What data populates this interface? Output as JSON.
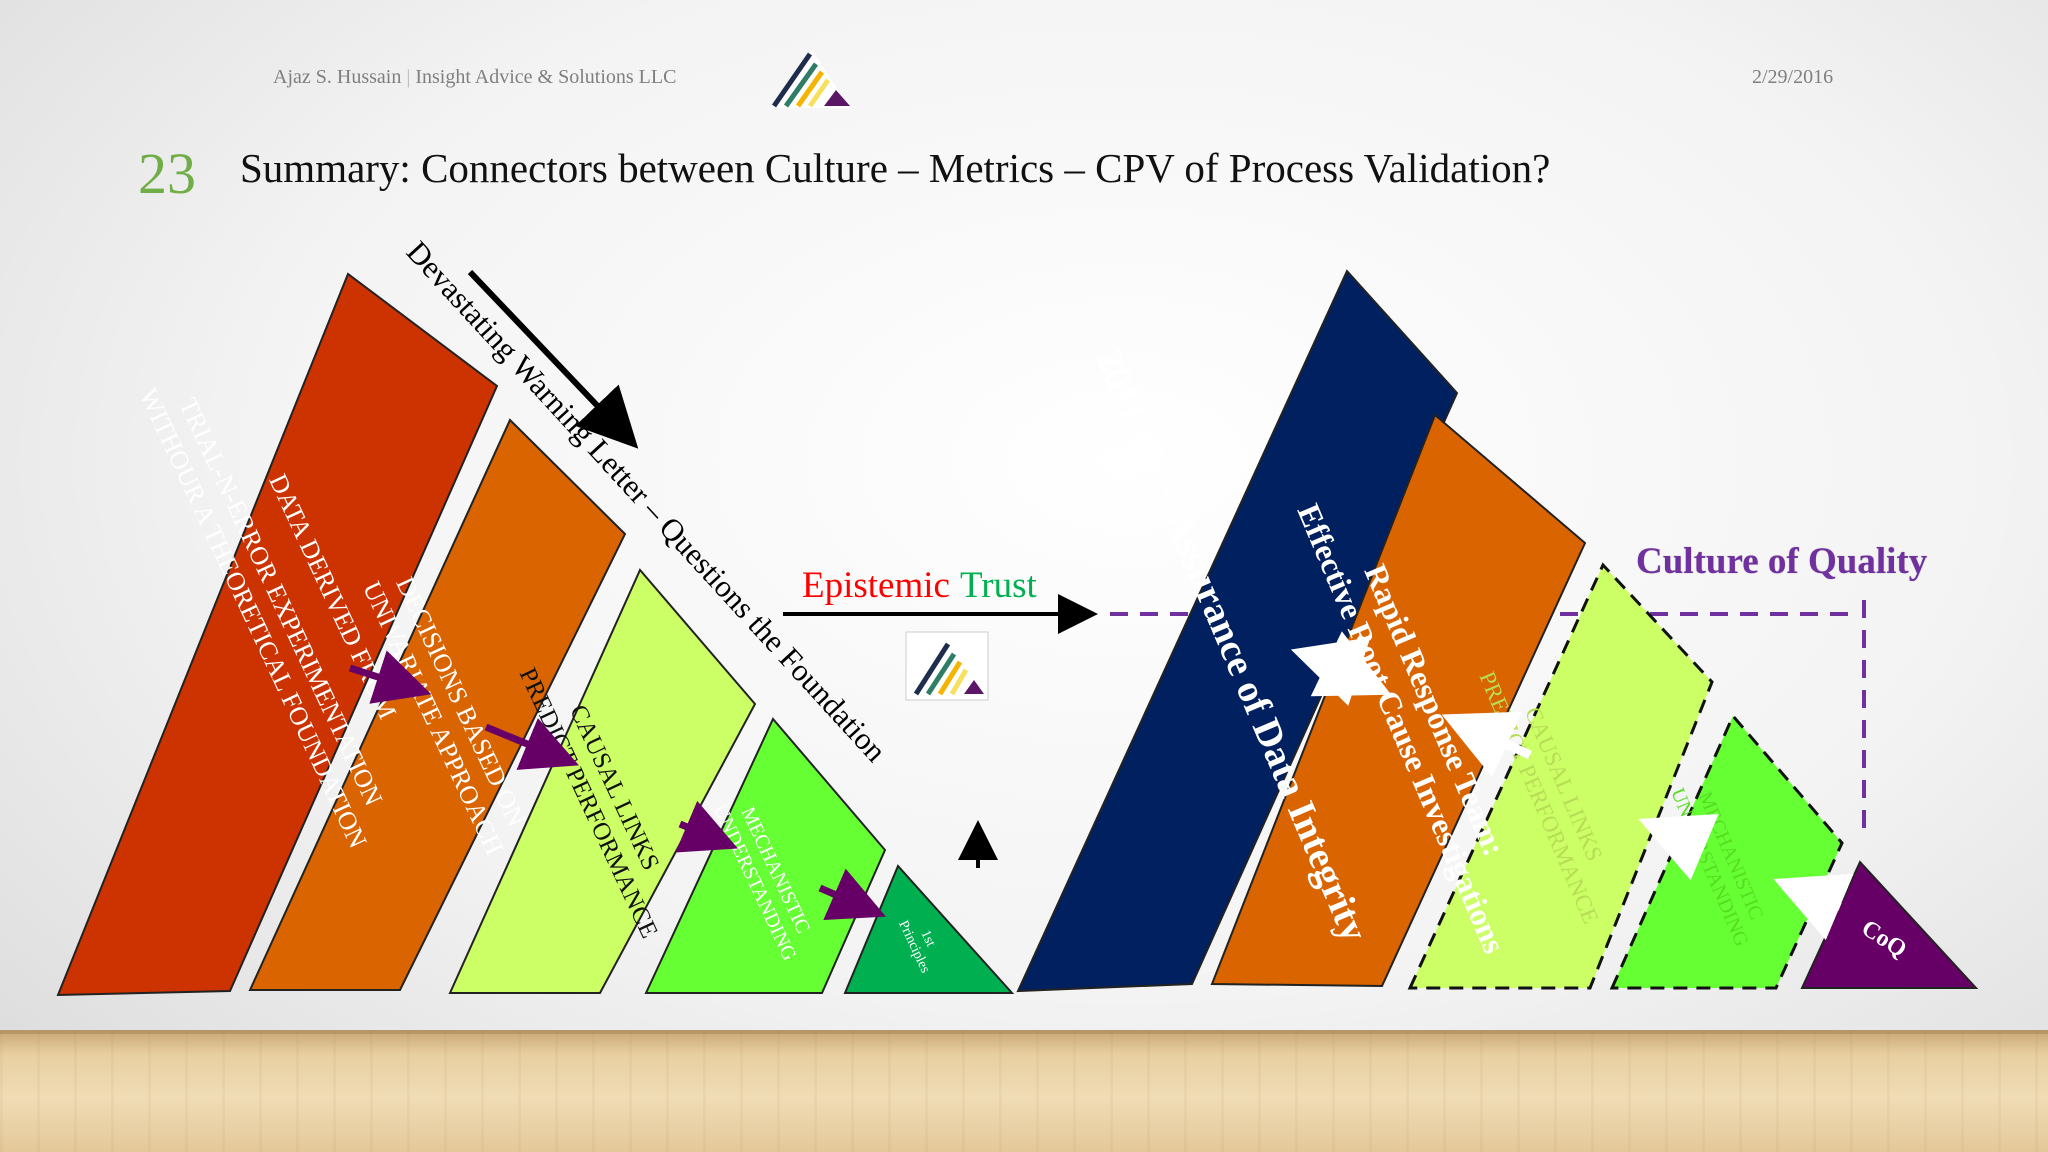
{
  "header": {
    "author": "Ajaz S. Hussain",
    "separator": "|",
    "company": "Insight Advice & Solutions LLC",
    "date": "2/29/2016"
  },
  "slide": {
    "number": "23",
    "title": "Summary: Connectors between Culture – Metrics – CPV of Process Validation?"
  },
  "left_pyramid": {
    "layers": [
      {
        "lines": [
          "TRIAL-N-ERROR EXPERIMENTATION",
          "WITHOUR A THEORETICAL FOUNDATION"
        ],
        "color": "#cc3300"
      },
      {
        "lines": [
          "DATA DERIVED FROM"
        ],
        "color": "#cc3300"
      },
      {
        "lines": [
          "DECISIONS BASED ON",
          "UNIVARIATE APPROACH"
        ],
        "color": "#d96400"
      },
      {
        "lines": [
          "CAUSAL LINKS",
          "PREDICT PERFORMANCE"
        ],
        "color": "#ccff66"
      },
      {
        "lines": [
          "MECHANISTIC",
          "UNDERSTANDING"
        ],
        "color": "#66ff33"
      },
      {
        "lines": [
          "1st",
          "Principles"
        ],
        "color": "#00b050"
      }
    ],
    "warning_label": "Devastating Warning Letter – Questions the Foundation"
  },
  "epistemic": {
    "word1": "Epistemic",
    "word2": "Trust",
    "word1_color": "#ff0000",
    "word2_color": "#00b050"
  },
  "right_pyramid": {
    "layers": [
      {
        "lines": [
          "2011 PV + Assurance of Data Integrity"
        ],
        "color": "#002060"
      },
      {
        "lines": [
          "Rapid Response Team:",
          "Effective Root Cause Investigations"
        ],
        "color": "#d96400"
      },
      {
        "lines": [
          "CAUSAL LINKS",
          "PREDICT PERFORMANCE"
        ],
        "color": "#ccff66"
      },
      {
        "lines": [
          "MECHANISTIC",
          "UNDERSTANDING"
        ],
        "color": "#66ff33"
      },
      {
        "lines": [
          "CoQ"
        ],
        "color": "#660066"
      }
    ],
    "culture_label": "Culture of Quality",
    "culture_color": "#7030a0"
  },
  "logo_icon": "pyramid-logo-icon"
}
